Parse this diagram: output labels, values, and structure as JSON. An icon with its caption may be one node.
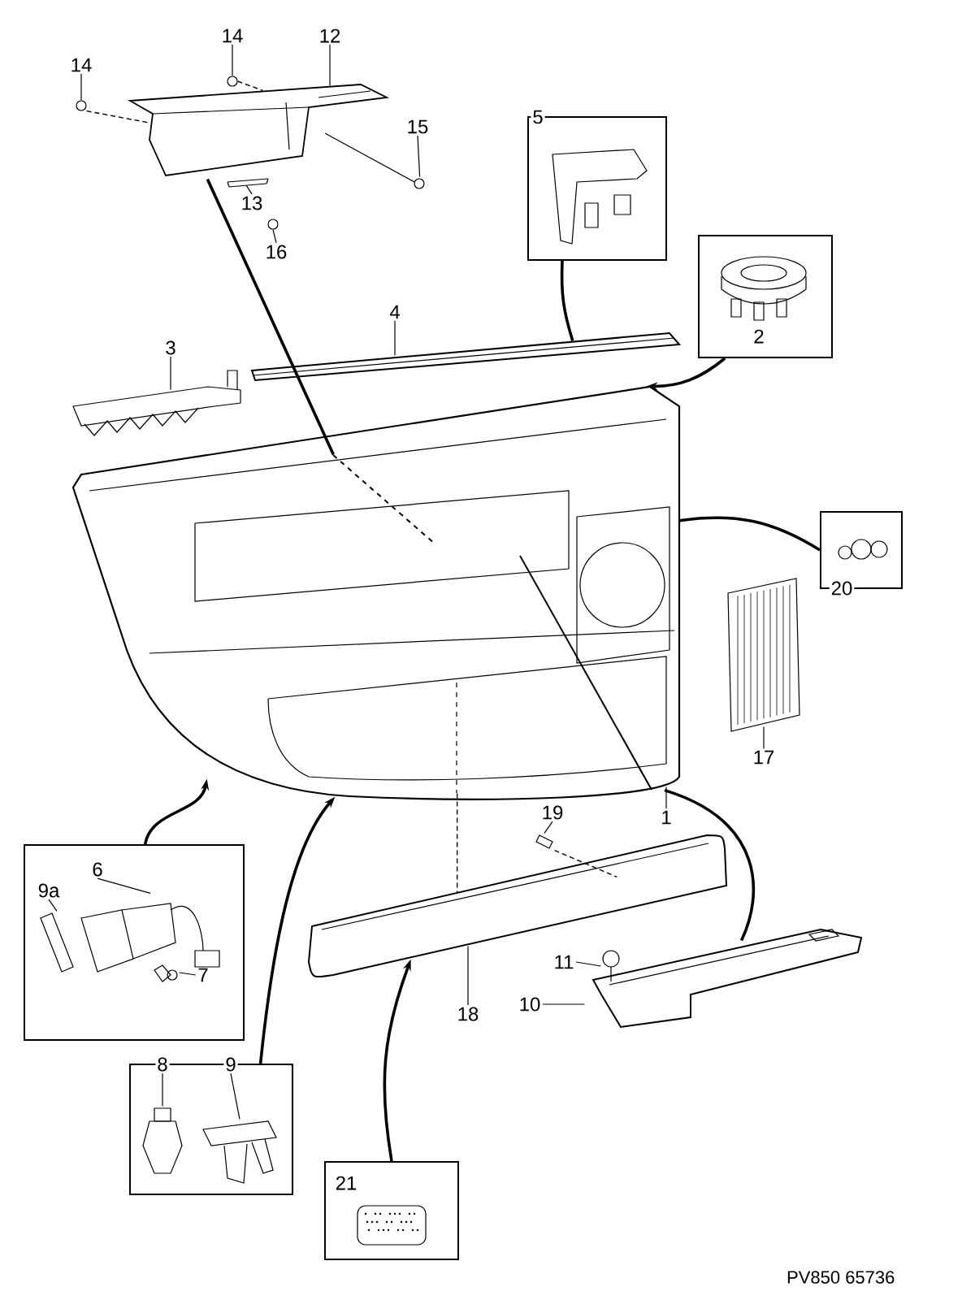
{
  "diagram": {
    "nodes": [
      {
        "text": [
          "14"
        ]
      },
      {
        "text": [
          "14"
        ]
      },
      {
        "text": [
          "12"
        ]
      },
      {
        "text": [],
        "shape": "picture"
      },
      {
        "text": [
          "15"
        ]
      },
      {
        "text": [
          "13"
        ]
      },
      {
        "text": [
          "16"
        ]
      },
      {
        "text": [
          "5"
        ]
      },
      {
        "text": [
          "2"
        ]
      },
      {
        "text": [
          "3"
        ]
      },
      {
        "text": [
          "4"
        ]
      },
      {
        "text": [],
        "shape": "picture"
      },
      {
        "text": [],
        "shape": "picture"
      },
      {
        "text": [
          "20"
        ]
      },
      {
        "text": [
          "17"
        ]
      },
      {
        "text": [],
        "shape": "box"
      },
      {
        "text": [
          "9a"
        ],
        "in": 15
      },
      {
        "text": [
          "6"
        ],
        "in": 15
      },
      {
        "text": [
          "7"
        ],
        "in": 15
      },
      {
        "text": [
          "1"
        ]
      },
      {
        "text": [
          "19"
        ]
      },
      {
        "text": [],
        "shape": "picture"
      },
      {
        "text": [],
        "shape": "box"
      },
      {
        "text": [
          "8"
        ],
        "in": 22
      },
      {
        "text": [
          "9"
        ],
        "in": 22
      },
      {
        "text": [
          "11"
        ]
      },
      {
        "text": [],
        "shape": "picture"
      },
      {
        "text": [
          "10"
        ]
      },
      {
        "text": [
          "18"
        ]
      },
      {
        "text": [
          "21"
        ]
      },
      {
        "text": [],
        "shape": "picture"
      },
      {
        "text": [],
        "shape": "picture"
      },
      {
        "text": [],
        "shape": "picture"
      },
      {
        "text": [],
        "shape": "picture"
      },
      {
        "text": [],
        "shape": "picture"
      },
      {
        "text": [],
        "shape": "picture"
      },
      {
        "text": [],
        "shape": "picture"
      },
      {
        "text": [],
        "shape": "picture",
        "in": 15
      },
      {
        "text": [],
        "shape": "picture",
        "in": 15
      },
      {
        "text": [],
        "shape": "picture",
        "in": 15
      },
      {
        "text": [],
        "shape": "picture"
      },
      {
        "text": [],
        "shape": "picture",
        "in": 22
      },
      {
        "text": [],
        "shape": "picture",
        "in": 22
      },
      {
        "text": [],
        "shape": "picture"
      }
    ],
    "edges": [
      {
        "from": 0,
        "to": 30,
        "arrow": "none"
      },
      {
        "from": 1,
        "to": 31,
        "arrow": "none"
      },
      {
        "from": 2,
        "to": 3,
        "arrow": "none"
      },
      {
        "from": 4,
        "to": 32,
        "arrow": "none"
      },
      {
        "from": 5,
        "to": 33,
        "arrow": "none"
      },
      {
        "from": 6,
        "to": 34,
        "arrow": "none"
      },
      {
        "from": 9,
        "to": 35,
        "arrow": "none"
      },
      {
        "from": 10,
        "to": 11,
        "arrow": "none"
      },
      {
        "from": 14,
        "to": 36,
        "arrow": "none"
      },
      {
        "from": 16,
        "to": 37,
        "arrow": "none"
      },
      {
        "from": 17,
        "to": 38,
        "arrow": "none"
      },
      {
        "from": 18,
        "to": 39,
        "arrow": "none"
      },
      {
        "from": 19,
        "to": 12,
        "arrow": "none"
      },
      {
        "from": 20,
        "to": 40,
        "arrow": "none"
      },
      {
        "from": 23,
        "to": 41,
        "arrow": "none"
      },
      {
        "from": 24,
        "to": 42,
        "arrow": "none"
      },
      {
        "from": 25,
        "to": 43,
        "arrow": "none"
      },
      {
        "from": 27,
        "to": 26,
        "arrow": "none"
      },
      {
        "from": 28,
        "to": 21,
        "arrow": "none"
      },
      {
        "from": 3,
        "to": 12,
        "arrow": "none"
      },
      {
        "from": 7,
        "to": 11,
        "arrow": "none"
      },
      {
        "from": 8,
        "to": 12,
        "arrow": "to"
      },
      {
        "from": 13,
        "to": 12,
        "arrow": "none"
      },
      {
        "from": 15,
        "to": 12,
        "arrow": "to"
      },
      {
        "from": 22,
        "to": 12,
        "arrow": "to"
      },
      {
        "from": 29,
        "to": 21,
        "arrow": "to"
      },
      {
        "from": 12,
        "to": 26,
        "arrow": "none"
      },
      {
        "from": 12,
        "to": 21,
        "arrow": "none",
        "style": "dashed"
      },
      {
        "from": 30,
        "to": 3,
        "arrow": "none",
        "style": "dashed"
      },
      {
        "from": 31,
        "to": 3,
        "arrow": "none",
        "style": "dashed"
      },
      {
        "from": 40,
        "to": 21,
        "arrow": "none",
        "style": "dashed"
      }
    ],
    "labels": [
      "PV850 65736"
    ]
  }
}
